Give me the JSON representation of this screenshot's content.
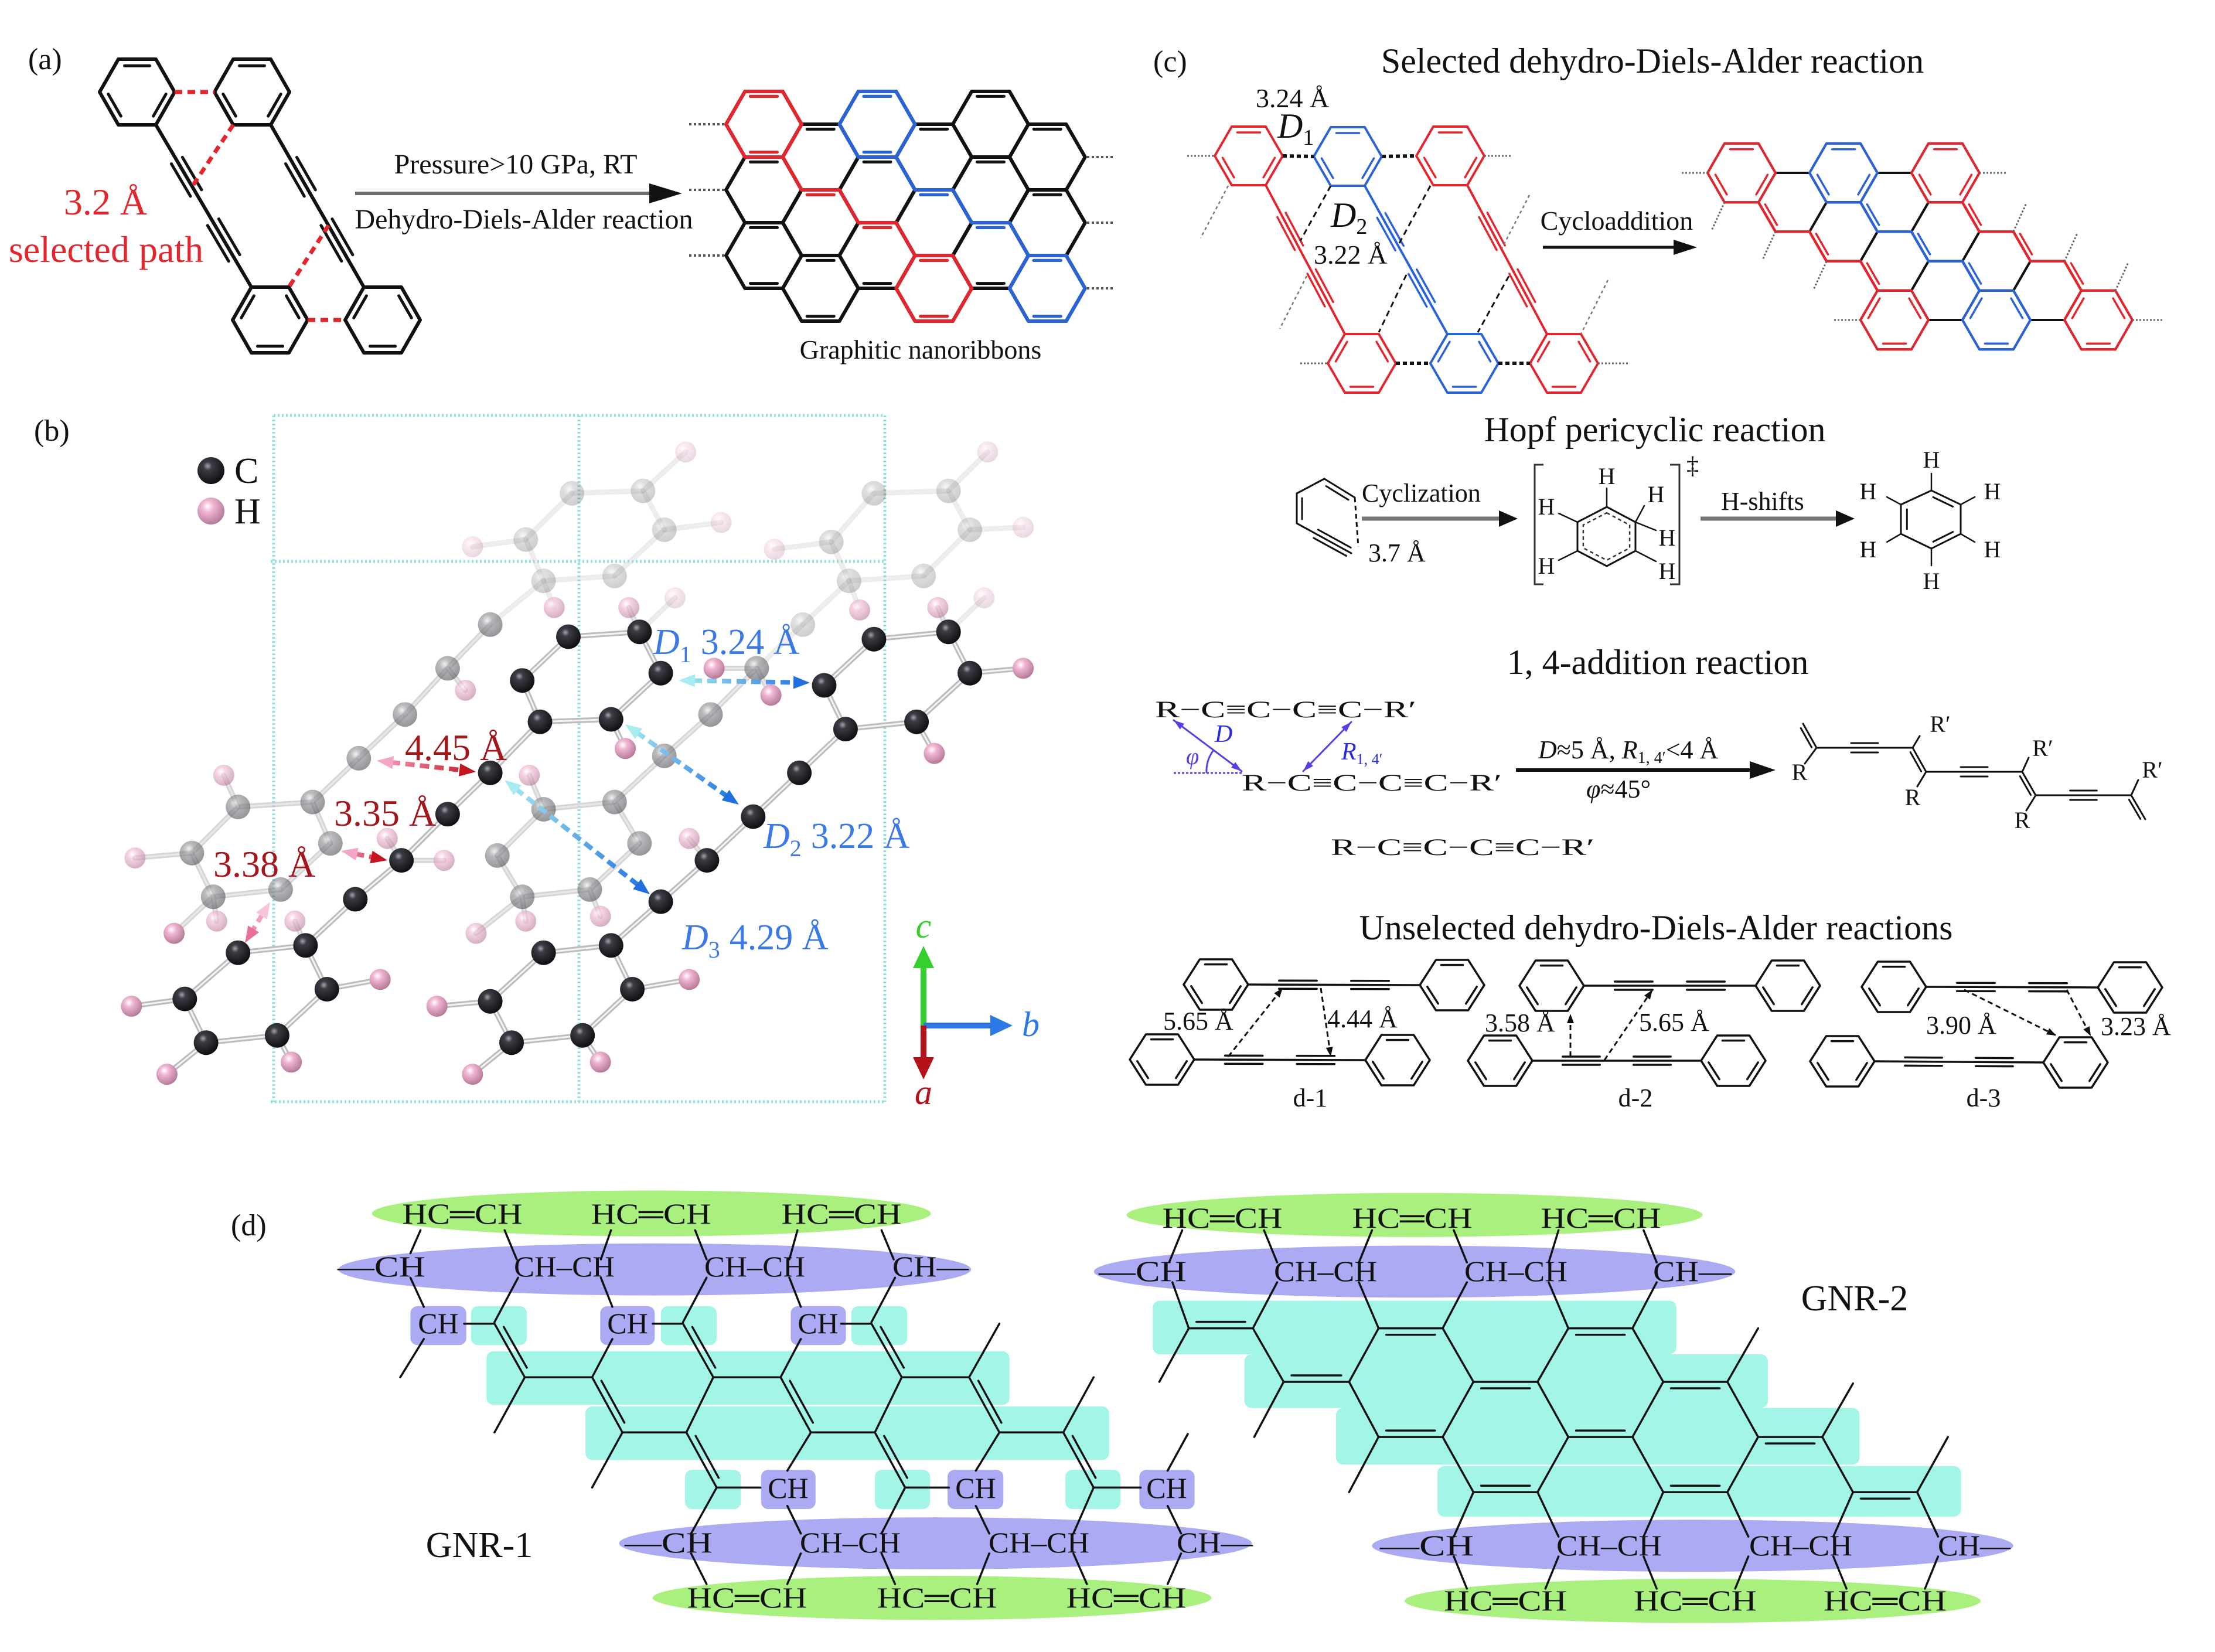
{
  "figure": {
    "panel_a": {
      "label": "(a)",
      "distance": "3.2 Å",
      "distance_caption": "selected path",
      "condition": "Pressure>10 GPa, RT",
      "reaction": "Dehydro-Diels-Alder reaction",
      "product": "Graphitic nanoribbons"
    },
    "panel_b": {
      "label": "(b)",
      "legend": [
        {
          "symbol": "C",
          "element": "carbon"
        },
        {
          "symbol": "H",
          "element": "hydrogen"
        }
      ],
      "intermolecular_distances": [
        "4.45 Å",
        "3.35 Å",
        "3.38 Å"
      ],
      "reactive_distances": [
        {
          "symbol": "D",
          "index": "1",
          "value": "3.24 Å"
        },
        {
          "symbol": "D",
          "index": "2",
          "value": "3.22 Å"
        },
        {
          "symbol": "D",
          "index": "3",
          "value": "4.29 Å"
        }
      ],
      "axes": {
        "c": "c",
        "b": "b",
        "a": "a"
      }
    },
    "panel_c": {
      "label": "(c)",
      "selected": {
        "title": "Selected dehydro-Diels-Alder reaction",
        "d1": {
          "symbol": "D",
          "index": "1",
          "value": "3.24 Å"
        },
        "d2": {
          "symbol": "D",
          "index": "2",
          "value": "3.22 Å"
        },
        "step": "Cycloaddition"
      },
      "hopf": {
        "title": "Hopf pericyclic reaction",
        "step_1": "Cyclization",
        "distance": "3.7 Å",
        "step_2": "H-shifts",
        "transition_state_symbol": "‡",
        "atom_label": "H"
      },
      "addition": {
        "title": "1, 4-addition reaction",
        "formula": "R−C≡C−C≡C−R′",
        "d_symbol": "D",
        "angle_symbol": "φ",
        "r_symbol": "R",
        "r_index": "1, 4′",
        "condition_1": {
          "d_value": "≈5 Å, ",
          "r_value": "<4 Å"
        },
        "condition_2": {
          "value": "≈45°"
        },
        "substituent": "R",
        "substituent_prime": "R′"
      },
      "unselected": {
        "title": "Unselected dehydro-Diels-Alder reactions",
        "cases": [
          {
            "name": "d-1",
            "distances": [
              "5.65 Å",
              "4.44 Å"
            ]
          },
          {
            "name": "d-2",
            "distances": [
              "3.58 Å",
              "5.65 Å"
            ]
          },
          {
            "name": "d-3",
            "distances": [
              "3.90 Å",
              "3.23 Å"
            ]
          }
        ]
      }
    },
    "panel_d": {
      "label": "(d)",
      "ribbons": [
        "GNR-1",
        "GNR-2"
      ],
      "groups": {
        "vinylene": "HC═CH",
        "methine_left": "—CH",
        "methine_pair": "CH–CH",
        "methine_right": "CH—",
        "methine": "CH"
      }
    },
    "colors": {
      "bond": "#111111",
      "path_red": "#e3262d",
      "path_blue": "#2a63d6",
      "distance_red": "#a3161c",
      "distance_blue": "#3a79e6",
      "contact_pink": "#f4a6c6",
      "contact_cyan": "#a8ecf2",
      "axis_c": "#35cf2f",
      "axis_b": "#2f79e6",
      "axis_a": "#b3121a",
      "annotation_purple": "#5a3de6",
      "annotation_blue": "#2a2ae0",
      "unit_cell": "#8fe3dc",
      "vinylene_highlight": "#a9f07f",
      "methine_highlight": "#abaaf3",
      "aromatic_highlight": "#a3f5e8"
    }
  }
}
